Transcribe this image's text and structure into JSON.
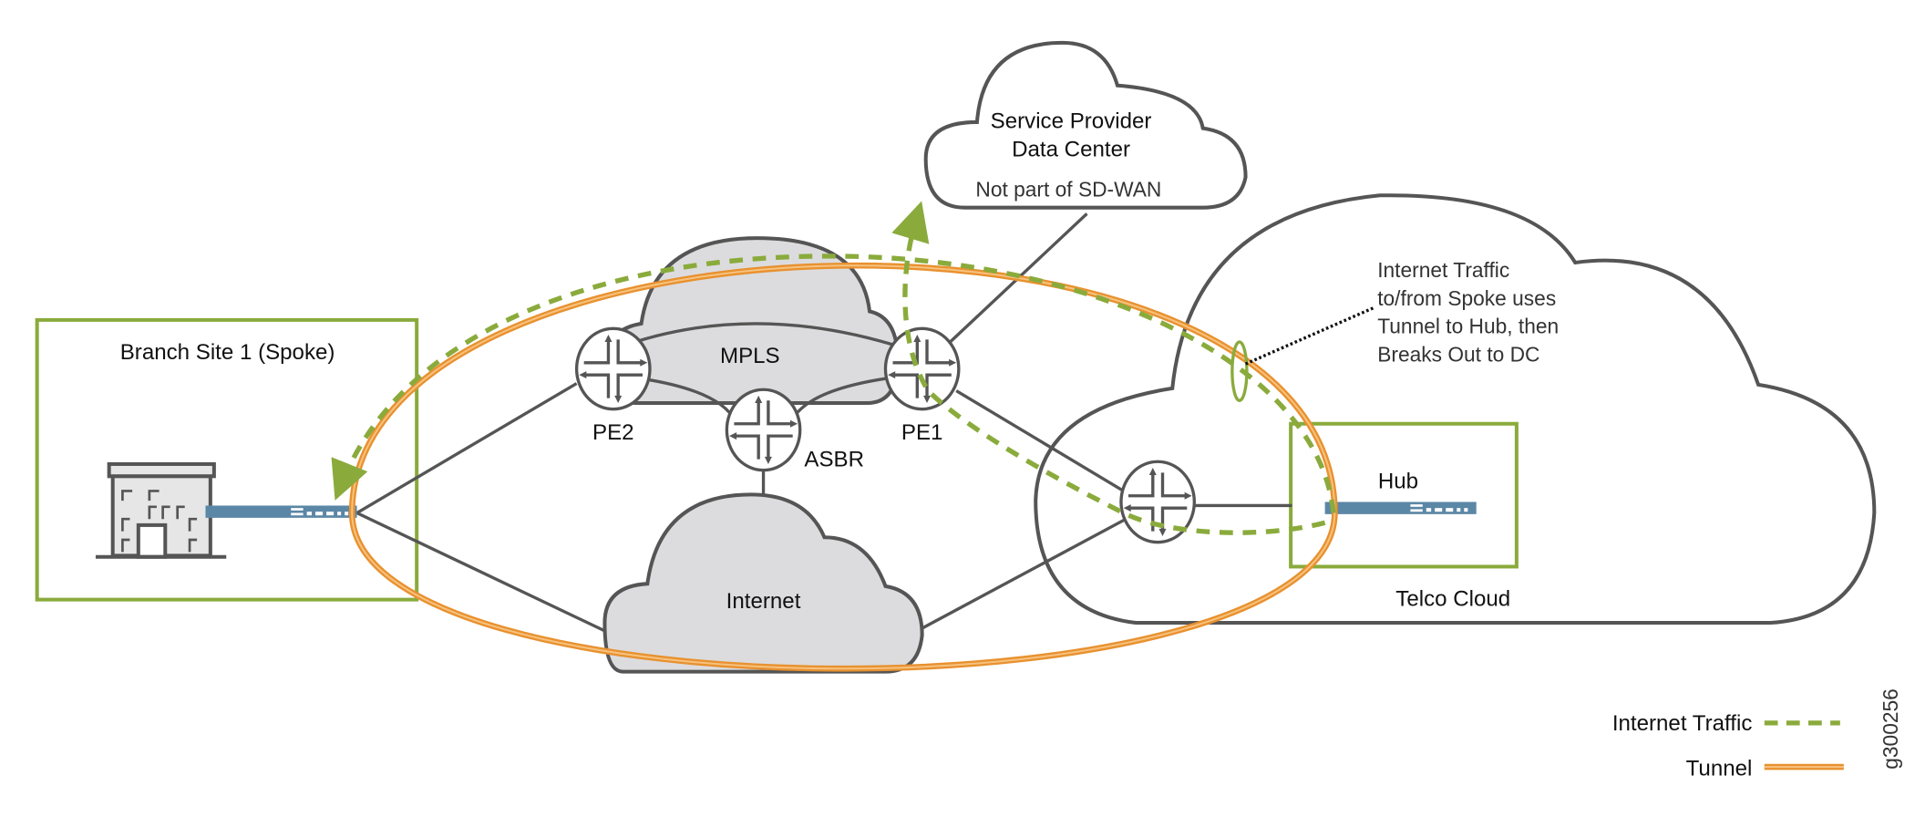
{
  "colors": {
    "site_box": "#8aab3c",
    "internet_traffic": "#8aab3c",
    "tunnel_outer": "#e8912f",
    "tunnel_inner": "#f7c27e",
    "device": "#5b87a6",
    "cloud_fill": "#dcdcde",
    "outline": "#555555"
  },
  "branch": {
    "title": "Branch Site 1 (Spoke)",
    "icon": "building-icon",
    "device_icon": "sd-wan-device-icon"
  },
  "clouds": {
    "mpls": "MPLS",
    "internet": "Internet",
    "service_provider_dc": {
      "line1": "Service Provider",
      "line2": "Data Center",
      "note": "Not part of SD-WAN"
    },
    "telco": "Telco Cloud"
  },
  "routers": {
    "pe2": "PE2",
    "asbr": "ASBR",
    "pe1": "PE1",
    "icon": "router-icon"
  },
  "hub": {
    "title": "Hub",
    "device_icon": "sd-wan-device-icon"
  },
  "annotation": {
    "lines": [
      "Internet Traffic",
      "to/from Spoke uses",
      "Tunnel to Hub, then",
      "Breaks Out to DC"
    ]
  },
  "legend": {
    "internet_traffic": "Internet Traffic",
    "tunnel": "Tunnel"
  },
  "figure_id": "g300256"
}
